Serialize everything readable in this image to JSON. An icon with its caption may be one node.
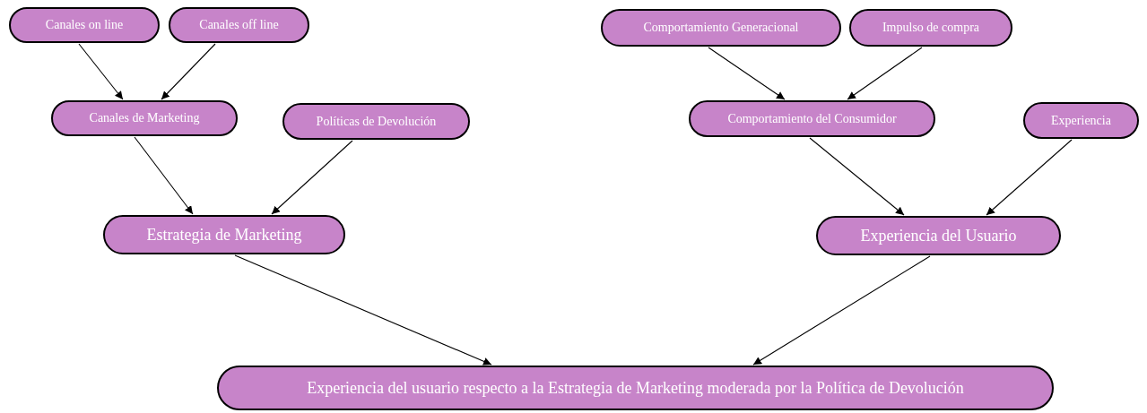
{
  "diagram": {
    "nodes": [
      {
        "text": [
          "Canales on line"
        ]
      },
      {
        "text": [
          "Canales off line"
        ]
      },
      {
        "text": [
          "Comportamiento Generacional"
        ]
      },
      {
        "text": [
          "Impulso de compra"
        ]
      },
      {
        "text": [
          "Canales de Marketing"
        ]
      },
      {
        "text": [
          "Políticas de Devolución"
        ]
      },
      {
        "text": [
          "Comportamiento del Consumidor"
        ]
      },
      {
        "text": [
          "Experiencia"
        ]
      },
      {
        "text": [
          "Estrategia de Marketing"
        ]
      },
      {
        "text": [
          "Experiencia del Usuario"
        ]
      },
      {
        "text": [
          "Experiencia del usuario respecto a la Estrategia de Marketing moderada por la Política de Devolución"
        ]
      }
    ],
    "edges": [
      {
        "from": 0,
        "to": 4,
        "arrow": "to"
      },
      {
        "from": 1,
        "to": 4,
        "arrow": "to"
      },
      {
        "from": 4,
        "to": 8,
        "arrow": "to"
      },
      {
        "from": 5,
        "to": 8,
        "arrow": "to"
      },
      {
        "from": 2,
        "to": 6,
        "arrow": "to"
      },
      {
        "from": 3,
        "to": 6,
        "arrow": "to"
      },
      {
        "from": 6,
        "to": 9,
        "arrow": "to"
      },
      {
        "from": 7,
        "to": 9,
        "arrow": "to"
      },
      {
        "from": 8,
        "to": 10,
        "arrow": "to"
      },
      {
        "from": 9,
        "to": 10,
        "arrow": "to"
      }
    ]
  }
}
